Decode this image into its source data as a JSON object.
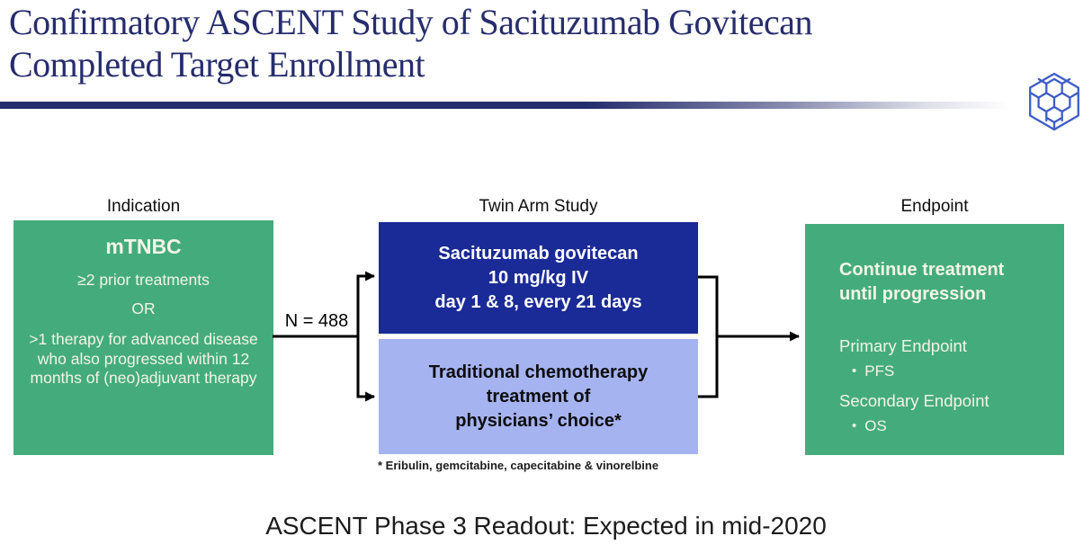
{
  "colors": {
    "green": "#44AC7C",
    "navy": "#1A2A96",
    "periwinkle": "#A5B3F0",
    "title_navy": "#262D6D",
    "logo_blue": "#3E5CC6",
    "text_cream": "#F4F4E6"
  },
  "title": {
    "line1": "Confirmatory ASCENT Study of Sacituzumab Govitecan",
    "line2": "Completed Target Enrollment"
  },
  "columns": {
    "indication": {
      "header": "Indication",
      "box": {
        "heading": "mTNBC",
        "treatments": "≥2 prior treatments",
        "or": "OR",
        "criteria": ">1 therapy for advanced disease who also progressed within 12 months of (neo)adjuvant therapy"
      }
    },
    "study": {
      "header": "Twin Arm Study",
      "n_label": "N = 488",
      "arm_top": {
        "line1": "Sacituzumab govitecan",
        "line2": "10 mg/kg IV",
        "line3": "day 1 & 8, every 21 days"
      },
      "arm_bottom": {
        "line1": "Traditional chemotherapy",
        "line2": "treatment of",
        "line3": "physicians’ choice*"
      },
      "footnote": "* Eribulin, gemcitabine, capecitabine & vinorelbine"
    },
    "endpoint": {
      "header": "Endpoint",
      "box": {
        "title_line1": "Continue treatment",
        "title_line2": "until progression",
        "primary_label": "Primary Endpoint",
        "primary_item": "PFS",
        "secondary_label": "Secondary Endpoint",
        "secondary_item": "OS",
        "bullet": "•"
      }
    }
  },
  "readout": "ASCENT Phase 3 Readout: Expected in mid-2020"
}
